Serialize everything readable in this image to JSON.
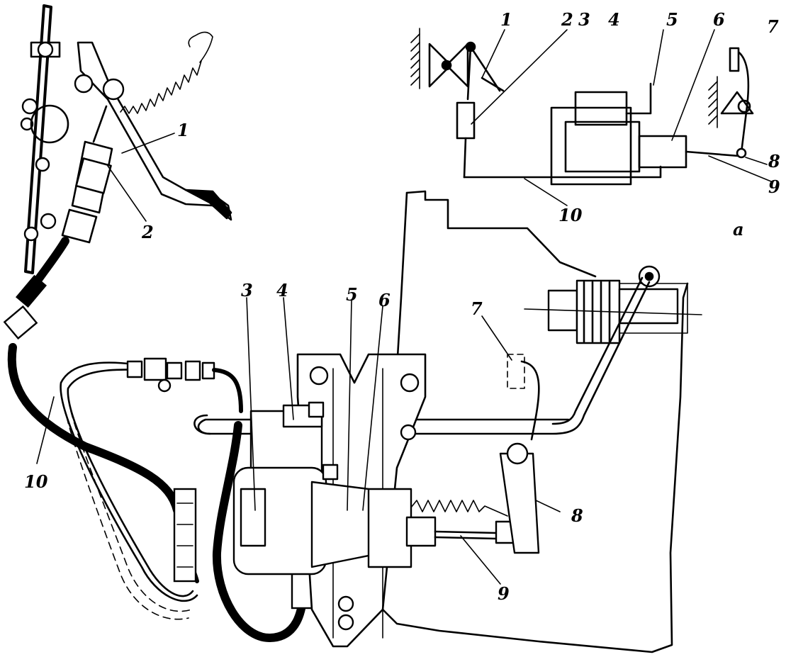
{
  "figure": {
    "labels_schematic": [
      "1",
      "2",
      "3",
      "4",
      "5",
      "6",
      "7",
      "8",
      "9",
      "10"
    ],
    "subfigure_letter": "a",
    "labels_assembly": [
      "1",
      "2",
      "3",
      "4",
      "5",
      "6",
      "7",
      "8",
      "9",
      "10"
    ]
  }
}
